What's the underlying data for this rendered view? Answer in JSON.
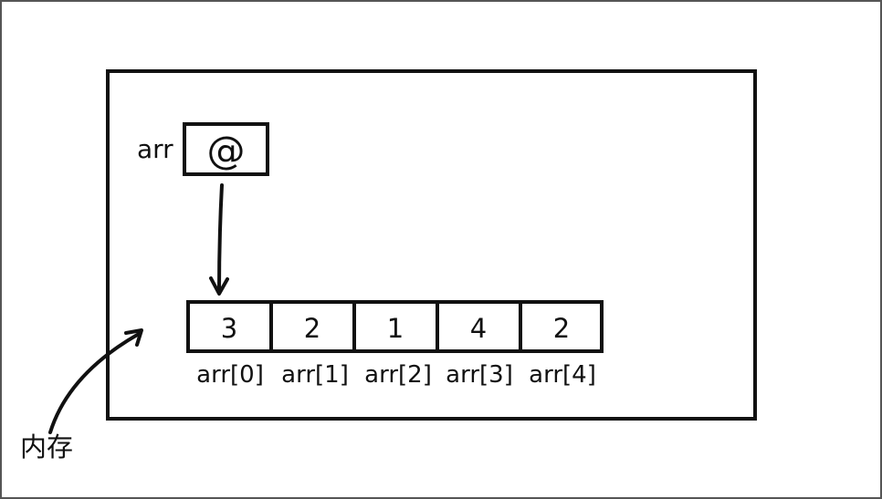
{
  "variable": {
    "name": "arr",
    "value_symbol": "@"
  },
  "array": {
    "cells": [
      {
        "value": "3",
        "index_label": "arr[0]"
      },
      {
        "value": "2",
        "index_label": "arr[1]"
      },
      {
        "value": "1",
        "index_label": "arr[2]"
      },
      {
        "value": "4",
        "index_label": "arr[3]"
      },
      {
        "value": "2",
        "index_label": "arr[4]"
      }
    ]
  },
  "memory_label": "内存",
  "colors": {
    "line": "#111111",
    "page_border": "#555555",
    "background": "#ffffff"
  }
}
